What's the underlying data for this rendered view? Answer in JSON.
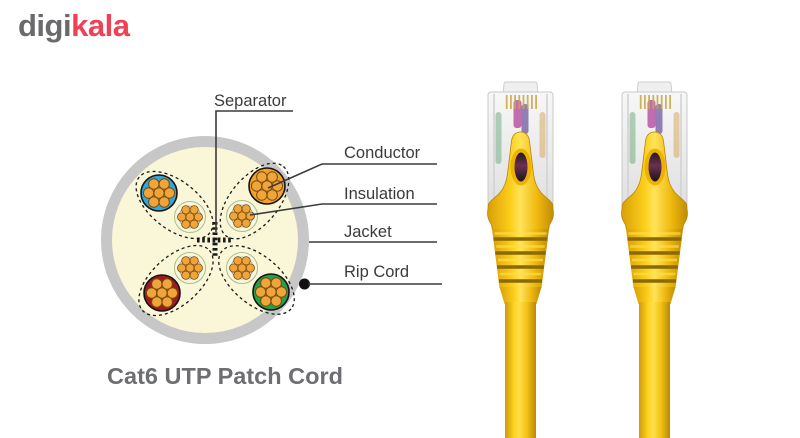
{
  "logo": {
    "digi": "digi",
    "kala": "kala",
    "digi_color": "#6a6a6d",
    "kala_color": "#ef4056"
  },
  "diagram": {
    "caption": "Cat6 UTP Patch Cord",
    "labels": {
      "separator": "Separator",
      "conductor": "Conductor",
      "insulation": "Insulation",
      "jacket": "Jacket",
      "rip_cord": "Rip Cord"
    },
    "colors": {
      "jacket_ring": "#c7c7c7",
      "cable_fill": "#faf6d8",
      "wire_blue": "#2fa8dc",
      "wire_orange": "#f2a12e",
      "wire_red": "#9e1a22",
      "wire_green": "#23a14b",
      "strand_orange": "#f0a43c",
      "pale_wire": "#f5f7e2",
      "label_text": "#3b3b3b",
      "caption_text": "#6d6e71"
    }
  },
  "product": {
    "cable_yellow": "#ffd41e"
  }
}
